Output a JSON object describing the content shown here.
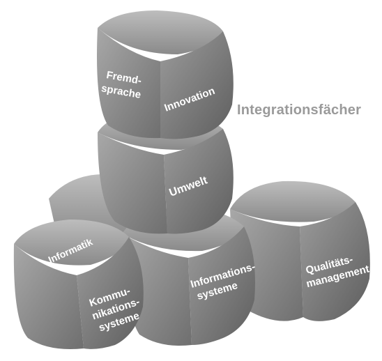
{
  "title": "Integrationsfächer",
  "cubes": {
    "top": {
      "left": [
        "Fremd-",
        "sprache"
      ],
      "right": [
        "Innovation"
      ]
    },
    "middle": {
      "right": [
        "Umwelt"
      ]
    },
    "left": {
      "top": [
        "Informatik"
      ],
      "right": [
        "Kommu-",
        "nikations-",
        "systeme"
      ]
    },
    "center": {
      "right": [
        "Informations-",
        "systeme"
      ]
    },
    "far_right": {
      "right": [
        "Qualitäts-",
        "management"
      ]
    }
  },
  "colors": {
    "face_light": "#b8b8b8",
    "face_mid": "#9a9a9a",
    "face_dark": "#6e6e6e",
    "label": "#ffffff",
    "title": "#9a9a9a"
  }
}
